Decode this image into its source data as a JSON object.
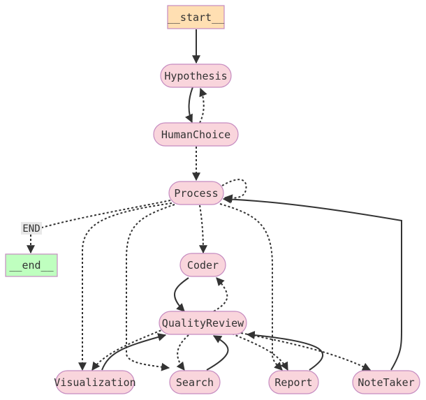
{
  "colors": {
    "node_fill": "#f9d5dc",
    "node_stroke": "#c58bc0",
    "start_fill": "#ffdfb2",
    "end_fill": "#bfffbf",
    "edge": "#333333",
    "edge_label_bg": "#e8e8e8"
  },
  "nodes": {
    "start": "__start__",
    "hypothesis": "Hypothesis",
    "humanchoice": "HumanChoice",
    "process": "Process",
    "coder": "Coder",
    "qualityreview": "QualityReview",
    "visualization": "Visualization",
    "search": "Search",
    "report": "Report",
    "notetaker": "NoteTaker",
    "end": "__end__"
  },
  "edge_labels": {
    "end_label": "END"
  }
}
